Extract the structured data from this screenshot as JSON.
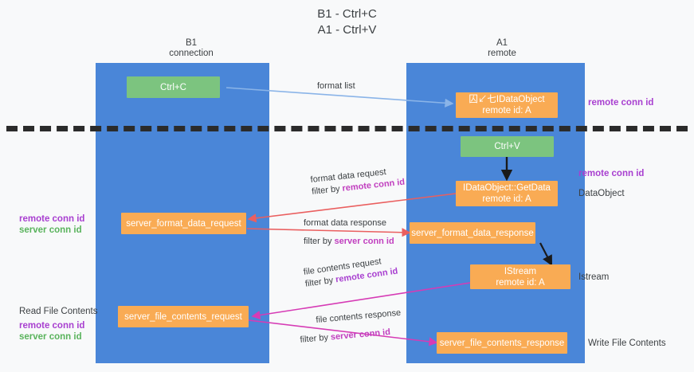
{
  "title": {
    "line1": "B1 - Ctrl+C",
    "line2": "A1 - Ctrl+V"
  },
  "columns": {
    "left": {
      "name": "B1",
      "role": "connection"
    },
    "right": {
      "name": "A1",
      "role": "remote"
    }
  },
  "boxes": {
    "ctrl_c": {
      "label": "Ctrl+C"
    },
    "ctrl_v": {
      "label": "Ctrl+V"
    },
    "idataobject": {
      "line1": "囚↙七IDataObject",
      "line2": "remote id: A"
    },
    "getdata": {
      "line1": "IDataObject::GetData",
      "line2": "remote id: A"
    },
    "istream": {
      "line1": "IStream",
      "line2": "remote id: A"
    },
    "server_format_data_request": {
      "label": "server_format_data_request"
    },
    "server_format_data_response": {
      "label": "server_format_data_response"
    },
    "server_file_contents_request": {
      "label": "server_file_contents_request"
    },
    "server_file_contents_response": {
      "label": "server_file_contents_response"
    }
  },
  "right_labels": {
    "remote_conn_id_top": "remote conn id",
    "remote_conn_id_mid": "remote conn id",
    "dataobject": "DataObject",
    "istream": "Istream",
    "write_file_contents": "Write File Contents"
  },
  "left_labels": {
    "remote_conn_id_mid": "remote conn id",
    "server_conn_id_mid": "server conn id",
    "read_file_contents": "Read File Contents",
    "remote_conn_id_bottom": "remote conn id",
    "server_conn_id_bottom": "server conn id"
  },
  "flows": {
    "format_list": "format list",
    "format_data_request": "format data request",
    "format_data_request_filter_pre": "filter by ",
    "format_data_request_filter_em": "remote conn id",
    "format_data_response": "format data response",
    "format_data_response_filter_pre": "filter by ",
    "format_data_response_filter_em": "server conn id",
    "file_contents_request": "file contents request",
    "file_contents_request_filter_pre": "filter by ",
    "file_contents_request_filter_em": "remote conn id",
    "file_contents_response": "file contents response",
    "file_contents_response_filter_pre": "filter by ",
    "file_contents_response_filter_em": "server conn id"
  },
  "colors": {
    "lane": "#4a86d8",
    "green_box": "#7cc47f",
    "orange_box": "#f9ab54",
    "purple_label": "#a83fd0",
    "green_label": "#59b35c",
    "magenta_arrow": "#d63bb5",
    "red_arrow": "#ea5f5f",
    "blue_arrow": "#8ab4e8",
    "divider": "#2b2b2b"
  }
}
